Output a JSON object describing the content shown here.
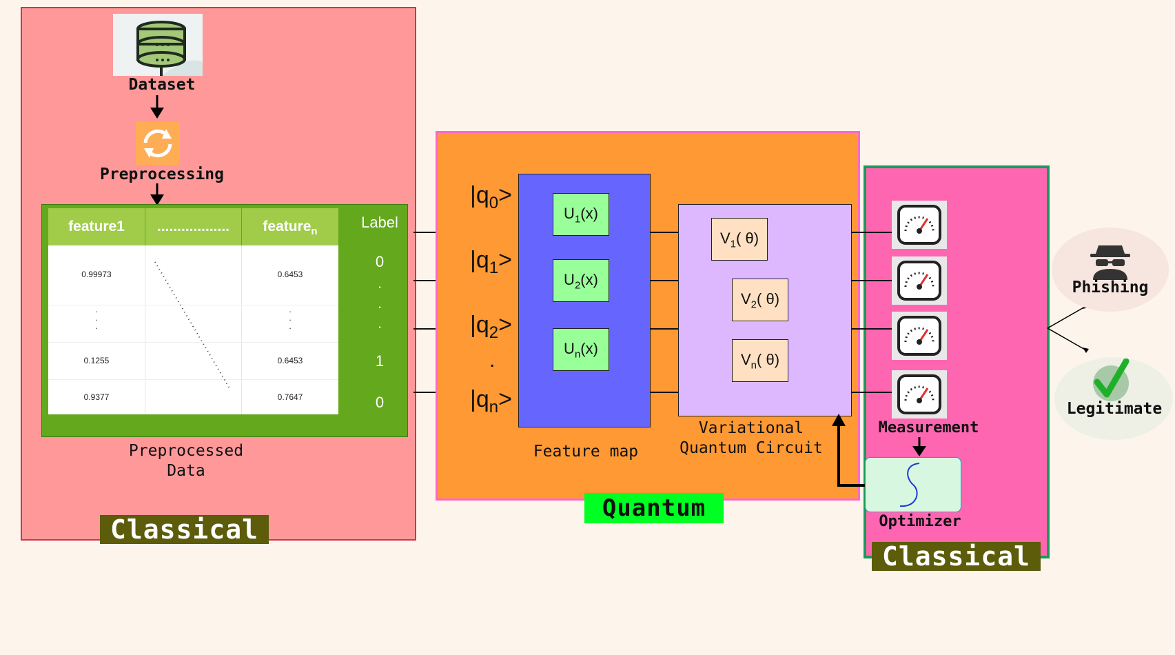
{
  "left_panel": {
    "dataset_label": "Dataset",
    "preprocessing_label": "Preprocessing",
    "preprocessed_label_line1": "Preprocessed",
    "preprocessed_label_line2": "Data",
    "badge": "Classical"
  },
  "table": {
    "headers": {
      "feature1": "feature1",
      "dots": "..................",
      "featuren_base": "feature",
      "featuren_sub": "n",
      "label": "Label"
    },
    "rows": [
      {
        "f1": "0.99973",
        "fn": "0.6453",
        "label": "0"
      },
      {
        "f1": ".",
        "fn": ".",
        "label": "."
      },
      {
        "f1": "0.1255",
        "fn": "0.6453",
        "label": "1"
      },
      {
        "f1": "0.9377",
        "fn": "0.7647",
        "label": "0"
      }
    ]
  },
  "quantum": {
    "qubits": [
      {
        "base": "|q",
        "sub": "0",
        "tail": ">"
      },
      {
        "base": "|q",
        "sub": "1",
        "tail": ">"
      },
      {
        "base": "|q",
        "sub": "2",
        "tail": ">"
      },
      {
        "base": "|q",
        "sub": "n",
        "tail": ">"
      }
    ],
    "dot": ".",
    "u_gates": [
      {
        "base": "U",
        "sub": "1",
        "tail": "(x)"
      },
      {
        "base": "U",
        "sub": "2",
        "tail": "(x)"
      },
      {
        "base": "U",
        "sub": "n",
        "tail": "(x)"
      }
    ],
    "v_gates": [
      {
        "base": "V",
        "sub": "1",
        "tail": "( θ)"
      },
      {
        "base": "V",
        "sub": "2",
        "tail": "( θ)"
      },
      {
        "base": "V",
        "sub": "n",
        "tail": "( θ)"
      }
    ],
    "feature_map_label": "Feature map",
    "vqc_label_line1": "Variational",
    "vqc_label_line2": "Quantum Circuit",
    "badge": "Quantum"
  },
  "right_panel": {
    "measurement_label": "Measurement",
    "optimizer_label": "Optimizer",
    "badge": "Classical"
  },
  "outputs": {
    "phishing": "Phishing",
    "legitimate": "Legitimate"
  },
  "colors": {
    "left_panel": "#ff9999",
    "quantum_panel": "#ff9933",
    "right_panel": "#ff66b2",
    "table_green": "#64a81e",
    "feature_map": "#6666ff",
    "vqc": "#ddb8ff",
    "badge_bg": "#5c5c0a",
    "quantum_badge_bg": "#00ff22"
  },
  "icons": [
    "database-icon",
    "refresh-icon",
    "gauge-icon",
    "spy-icon",
    "checkmark-icon",
    "s-curve-icon"
  ]
}
